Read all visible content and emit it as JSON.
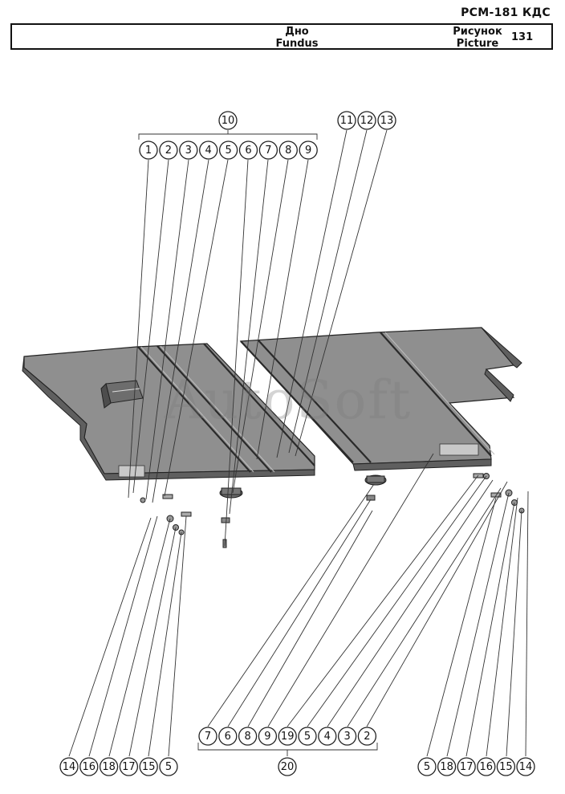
{
  "header": {
    "doc_code": "РСМ-181 КДС",
    "title_ru": "Дно",
    "title_en": "Fundus",
    "picture_ru": "Рисунок",
    "picture_en": "Picture",
    "picture_number": "131"
  },
  "watermark": "AutoSoft",
  "callouts": {
    "top_group": [
      "1",
      "2",
      "3",
      "4",
      "5",
      "6",
      "7",
      "8",
      "9"
    ],
    "top_group_label": "10",
    "top_right": [
      "11",
      "12",
      "13"
    ],
    "bottom_left": [
      "14",
      "16",
      "18",
      "17",
      "15",
      "5"
    ],
    "bottom_center": [
      "7",
      "6",
      "8",
      "9",
      "19",
      "5",
      "4",
      "3",
      "2"
    ],
    "bottom_center_label": "20",
    "bottom_right": [
      "5",
      "18",
      "17",
      "16",
      "15",
      "14"
    ]
  },
  "colors": {
    "panel": "#8c8c8c",
    "panel_dark": "#5e5e5e",
    "outline": "#222222"
  }
}
